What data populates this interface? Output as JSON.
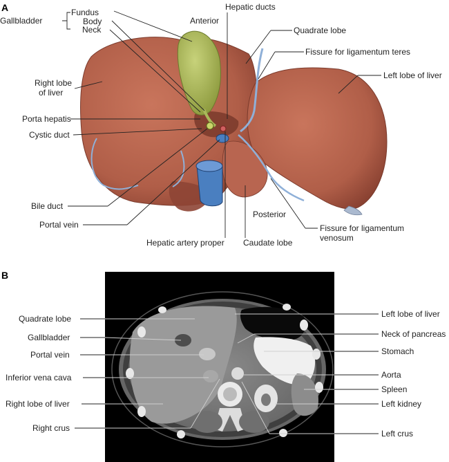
{
  "panels": {
    "a": "A",
    "b": "B"
  },
  "a_labels": {
    "gallbladder": "Gallbladder",
    "fundus": "Fundus",
    "body": "Body",
    "neck": "Neck",
    "anterior": "Anterior",
    "hepatic_ducts": "Hepatic ducts",
    "quadrate_lobe": "Quadrate lobe",
    "fissure_teres": "Fissure for ligamentum teres",
    "left_lobe": "Left lobe of liver",
    "right_lobe_1": "Right lobe",
    "right_lobe_2": "of liver",
    "porta_hepatis": "Porta hepatis",
    "cystic_duct": "Cystic duct",
    "bile_duct": "Bile duct",
    "portal_vein": "Portal vein",
    "hepatic_artery": "Hepatic artery proper",
    "caudate_lobe": "Caudate lobe",
    "posterior": "Posterior",
    "fissure_venosum_1": "Fissure for ligamentum",
    "fissure_venosum_2": "venosum"
  },
  "b_labels": {
    "quadrate_lobe": "Quadrate lobe",
    "gallbladder": "Gallbladder",
    "portal_vein": "Portal vein",
    "ivc": "Inferior vena cava",
    "right_lobe": "Right lobe of liver",
    "right_crus": "Right crus",
    "left_lobe": "Left lobe of liver",
    "neck_pancreas": "Neck of pancreas",
    "stomach": "Stomach",
    "aorta": "Aorta",
    "spleen": "Spleen",
    "left_kidney": "Left kidney",
    "left_crus": "Left crus"
  },
  "colors": {
    "liver": "#b5634d",
    "liver_dark": "#8e4535",
    "gallbladder": "#a9b85a",
    "ivc": "#4a7fc0",
    "ligament": "#8fb0d8",
    "ct_background": "#000000"
  }
}
